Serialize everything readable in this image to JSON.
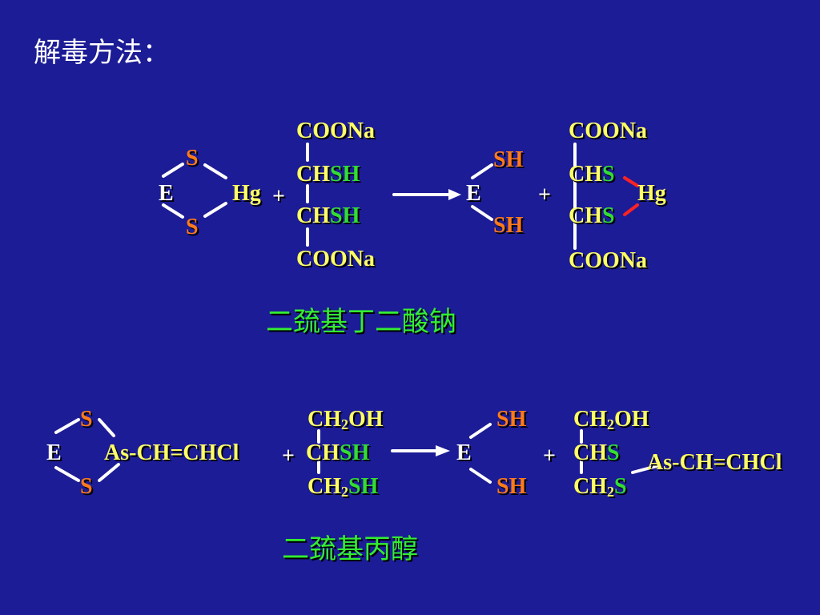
{
  "slide_title": "解毒方法：",
  "reaction1": {
    "E": "E",
    "S": "S",
    "Hg": "Hg",
    "plus": "+",
    "COONa": "COONa",
    "CH": "CH",
    "SH": "SH",
    "product_E": "E",
    "product_SH": "SH",
    "plus2": "+",
    "product_CH": "CH",
    "product_S": "S",
    "product_Hg": "Hg",
    "name": "二巯基丁二酸钠"
  },
  "reaction2": {
    "E": "E",
    "S": "S",
    "As": "As-CH=CHCl",
    "plus": "+",
    "CH2OH": "CH",
    "sub2": "2",
    "OH": "OH",
    "CH": "CH",
    "SH": "SH",
    "product_E": "E",
    "product_SH": "SH",
    "plus2": "+",
    "product_S": "S",
    "product_As": "As-CH=CHCl",
    "name": "二巯基丙醇"
  },
  "colors": {
    "background": "#1c1c96",
    "text": "#ffff66",
    "sulfur": "#ff7a1a",
    "thiol": "#33dd33",
    "bond_red": "#ff2222"
  }
}
